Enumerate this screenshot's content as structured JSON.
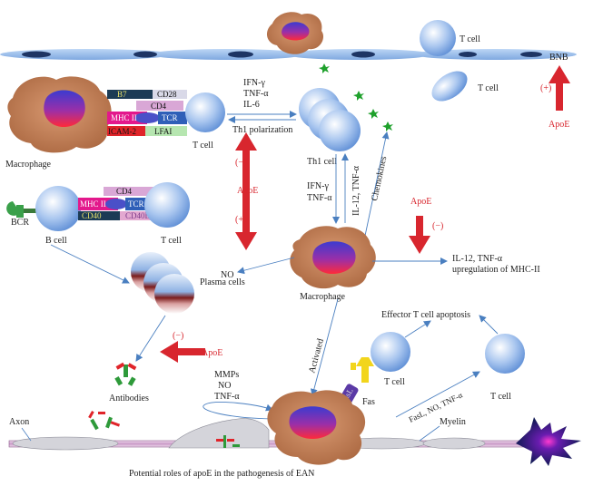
{
  "labels": {
    "bnb": "BNB",
    "t_cell_top1": "T cell",
    "t_cell_top2": "T cell",
    "apoe_top": "ApoE",
    "plus_top": "(+)",
    "b7": "B7",
    "cd28": "CD28",
    "cd4_1": "CD4",
    "mhc2_1": "MHC II",
    "tcr_1": "TCR",
    "icam": "ICAM-2",
    "lfa": "LFAI",
    "macrophage_left": "Macrophage",
    "t_cell_left": "T cell",
    "cyto1_a": "IFN-γ",
    "cyto1_b": "TNF-α",
    "cyto1_c": "IL-6",
    "th1_polarization": "Th1 polarization",
    "th1_cell": "Th1 cell",
    "minus_mid": "(−)",
    "apoe_mid": "ApoE",
    "plus_mid": "(+)",
    "cd4_2": "CD4",
    "mhc2_2": "MHC II",
    "tcr_2": "TCR",
    "cd40": "CD40",
    "cd40l": "CD40L",
    "bcr": "BCR",
    "b_cell": "B cell",
    "t_cell_b": "T cell",
    "cyto2_a": "IFN-γ",
    "cyto2_b": "TNF-α",
    "il12_tnf": "IL-12, TNF-α",
    "chemokines": "Chemokines",
    "apoe_right": "ApoE",
    "minus_right": "(−)",
    "no_left": "NO",
    "right_out1": "IL-12, TNF-α",
    "right_out2": "upregulation of MHC-II",
    "macrophage_center": "Macrophage",
    "plasma_cells": "Plasma cells",
    "minus_low": "(−)",
    "apoe_low": "ApoE",
    "antibodies": "Antibodies",
    "effector": "Effector T cell apoptosis",
    "activated": "Activated",
    "mmps": "MMPs",
    "no_low": "NO",
    "tnf_low": "TNF-α",
    "fasl": "FasL",
    "fas": "Fas",
    "t_cell_fas": "T cell",
    "fasl_no_tnf": "FasL, NO, TNF-α",
    "t_cell_right": "T cell",
    "axon": "Axon",
    "myelin": "Myelin",
    "caption": "Potential roles of apoE in the pathogenesis of EAN"
  },
  "colors": {
    "red_arrow": "#d8262e",
    "blue_arrow": "#4a7fc0",
    "macrophage": "#c9835a",
    "cell_blue": "#7fa7e0",
    "vessel": "#9cc0ec",
    "nucleus": "#1e3564"
  }
}
